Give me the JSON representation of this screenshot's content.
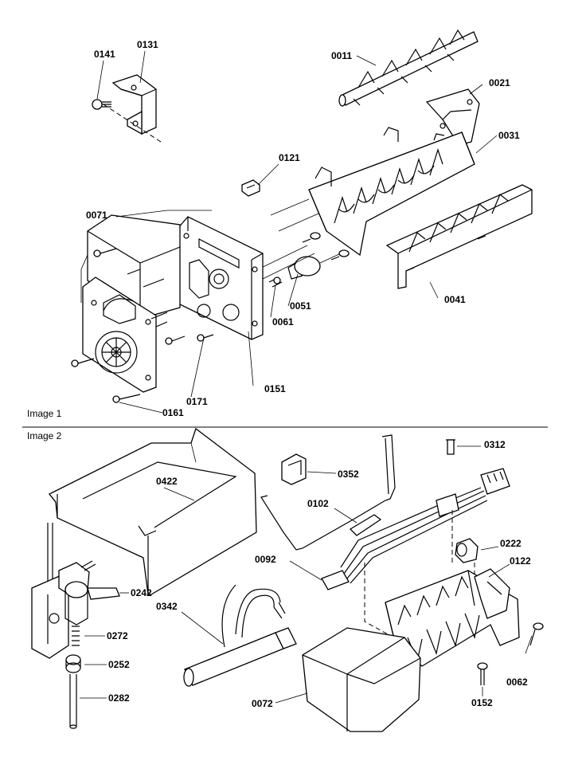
{
  "sections": [
    {
      "label": "Image 1"
    },
    {
      "label": "Image 2"
    }
  ],
  "parts": {
    "p0141": "0141",
    "p0131": "0131",
    "p0011": "0011",
    "p0021": "0021",
    "p0031": "0031",
    "p0121": "0121",
    "p0071": "0071",
    "p0051": "0051",
    "p0061": "0061",
    "p0041": "0041",
    "p0151": "0151",
    "p0171": "0171",
    "p0161": "0161",
    "p0312": "0312",
    "p0422": "0422",
    "p0352": "0352",
    "p0102": "0102",
    "p0222": "0222",
    "p0092": "0092",
    "p0122": "0122",
    "p0242": "0242",
    "p0342": "0342",
    "p0272": "0272",
    "p0252": "0252",
    "p0282": "0282",
    "p0062": "0062",
    "p0152": "0152",
    "p0072": "0072"
  }
}
